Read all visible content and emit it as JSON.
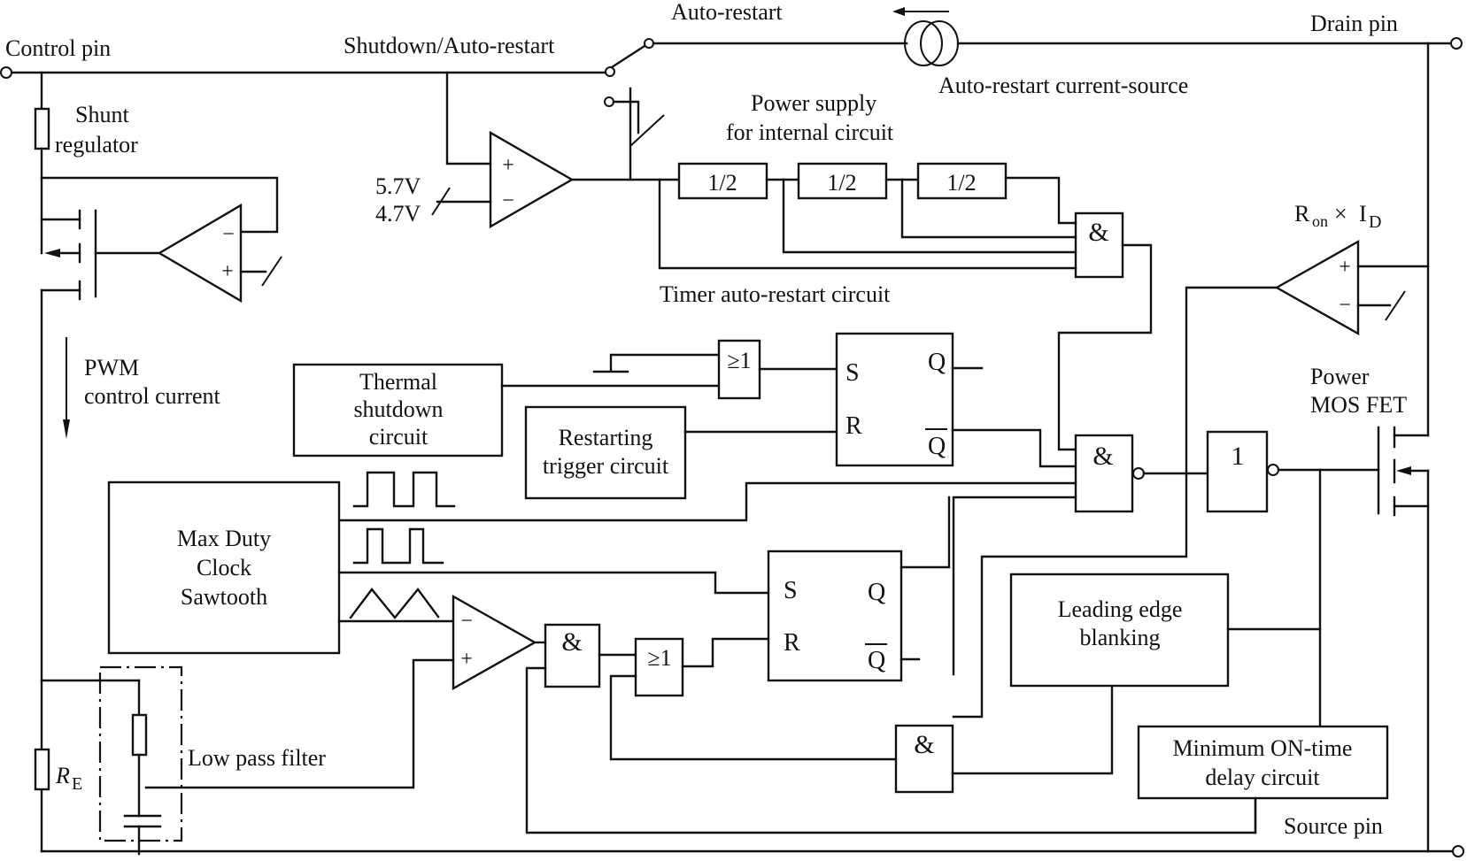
{
  "diagram": {
    "title": "Switching power supply controller IC internal block diagram",
    "pins": {
      "control": "Control pin",
      "drain": "Drain pin",
      "source": "Source pin"
    },
    "labels": {
      "shutdown_auto_restart": "Shutdown/Auto-restart",
      "auto_restart": "Auto-restart",
      "auto_restart_current_source": "Auto-restart current-source",
      "shunt_line1": "Shunt",
      "shunt_line2": "regulator",
      "power_supply_line1": "Power supply",
      "power_supply_line2": "for internal circuit",
      "ref_high": "5.7V",
      "ref_low": "4.7V",
      "timer_auto_restart": "Timer auto-restart circuit",
      "ron_id_r": "R",
      "ron_id_on": "on",
      "ron_id_x": "×",
      "ron_id_i": "I",
      "ron_id_d": "D",
      "pwm_line1": "PWM",
      "pwm_line2": "control current",
      "power_mosfet_line1": "Power",
      "power_mosfet_line2": "MOS FET",
      "low_pass_filter": "Low pass filter",
      "re_r": "R",
      "re_e": "E"
    },
    "blocks": {
      "thermal": [
        "Thermal",
        "shutdown",
        "circuit"
      ],
      "restart_trigger": [
        "Restarting",
        "trigger circuit"
      ],
      "clock": [
        "Max Duty",
        "Clock",
        "Sawtooth"
      ],
      "leb": [
        "Leading edge",
        "blanking"
      ],
      "min_on": [
        "Minimum ON-time",
        "delay circuit"
      ]
    },
    "dividers": [
      "1/2",
      "1/2",
      "1/2"
    ],
    "gates": {
      "and": "&",
      "or": "≥1",
      "not": "1"
    },
    "flipflop": {
      "set": "S",
      "reset": "R",
      "q": "Q",
      "qbar": "Q"
    },
    "opamp_signs": {
      "plus": "+",
      "minus": "−"
    }
  }
}
